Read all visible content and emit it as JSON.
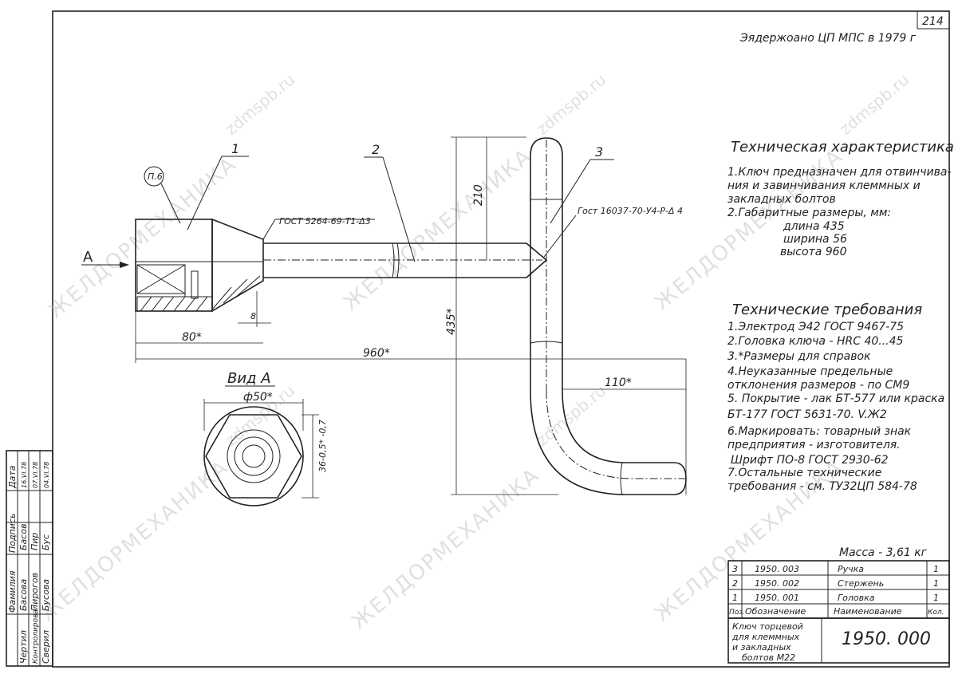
{
  "corner_stamp": "214",
  "header_note": "Эядержоано ЦП МПС в 1979 г",
  "part_callouts": {
    "p1": "1",
    "p2": "2",
    "p3": "3"
  },
  "circle_tag": "П.6",
  "view_marker": "А",
  "weld_note": "ГОСТ 5264-69-Т1-Δ3",
  "weld_note_2": "Гост 16037-70-У4-Р-Δ 4",
  "dimensions": {
    "d210": "210",
    "d8": "8",
    "d80": "80*",
    "d960": "960*",
    "d435": "435*",
    "d110": "110*",
    "dia50": "ф50*",
    "d36": "36-0,5*\n-0,7"
  },
  "view_title": "Вид А",
  "tech_characteristics": {
    "title": "Техническая характеристика",
    "lines": [
      "1.Ключ предназначен для отвинчива-",
      "ния и завинчивания клеммных и",
      "закладных болтов",
      "2.Габаритные размеры, мм:",
      "длина  435",
      "ширина  56",
      "высота  960"
    ]
  },
  "tech_requirements": {
    "title": "Технические требования",
    "lines": [
      "1.Электрод Э42 ГОСТ 9467-75",
      "2.Головка ключа - HRC 40...45",
      "3.*Размеры для справок",
      "4.Неуказанные предельные",
      "отклонения размеров - по СМ9",
      "5. Покрытие - лак БТ-577 или краска",
      "БТ-177 ГОСТ 5631-70. V.Ж2",
      "6.Маркировать: товарный знак",
      "предприятия - изготовителя.",
      "Шрифт ПО-8 ГОСТ 2930-62",
      "7.Остальные технические",
      "требования - см. ТУ32ЦП 584-78"
    ]
  },
  "mass": "Масса - 3,61 кг",
  "parts_table": {
    "headers": [
      "Поз.",
      "Обозначение",
      "Наименование",
      "Кол."
    ],
    "rows": [
      [
        "3",
        "1950. 003",
        "Ручка",
        "1"
      ],
      [
        "2",
        "1950. 002",
        "Стержень",
        "1"
      ],
      [
        "1",
        "1950. 001",
        "Головка",
        "1"
      ]
    ]
  },
  "title_block": {
    "name_lines": [
      "Ключ торцевой",
      "для клеммных",
      "и закладных",
      "болтов М22"
    ],
    "number": "1950. 000"
  },
  "side_block": {
    "headers": [
      "Фамилия",
      "Подпись",
      "Дата"
    ],
    "rows": [
      [
        "Чертил",
        "Басова",
        "Басов",
        "16.VI.78"
      ],
      [
        "Контролировал",
        "Пирогов",
        "Пир",
        "07.VI.78"
      ],
      [
        "Сверил",
        "Бусова",
        "Бус",
        "04.VI.78"
      ]
    ]
  },
  "watermarks": [
    "ЖЕЛДОРМЕХАНИКА",
    "zdmspb.ru"
  ]
}
